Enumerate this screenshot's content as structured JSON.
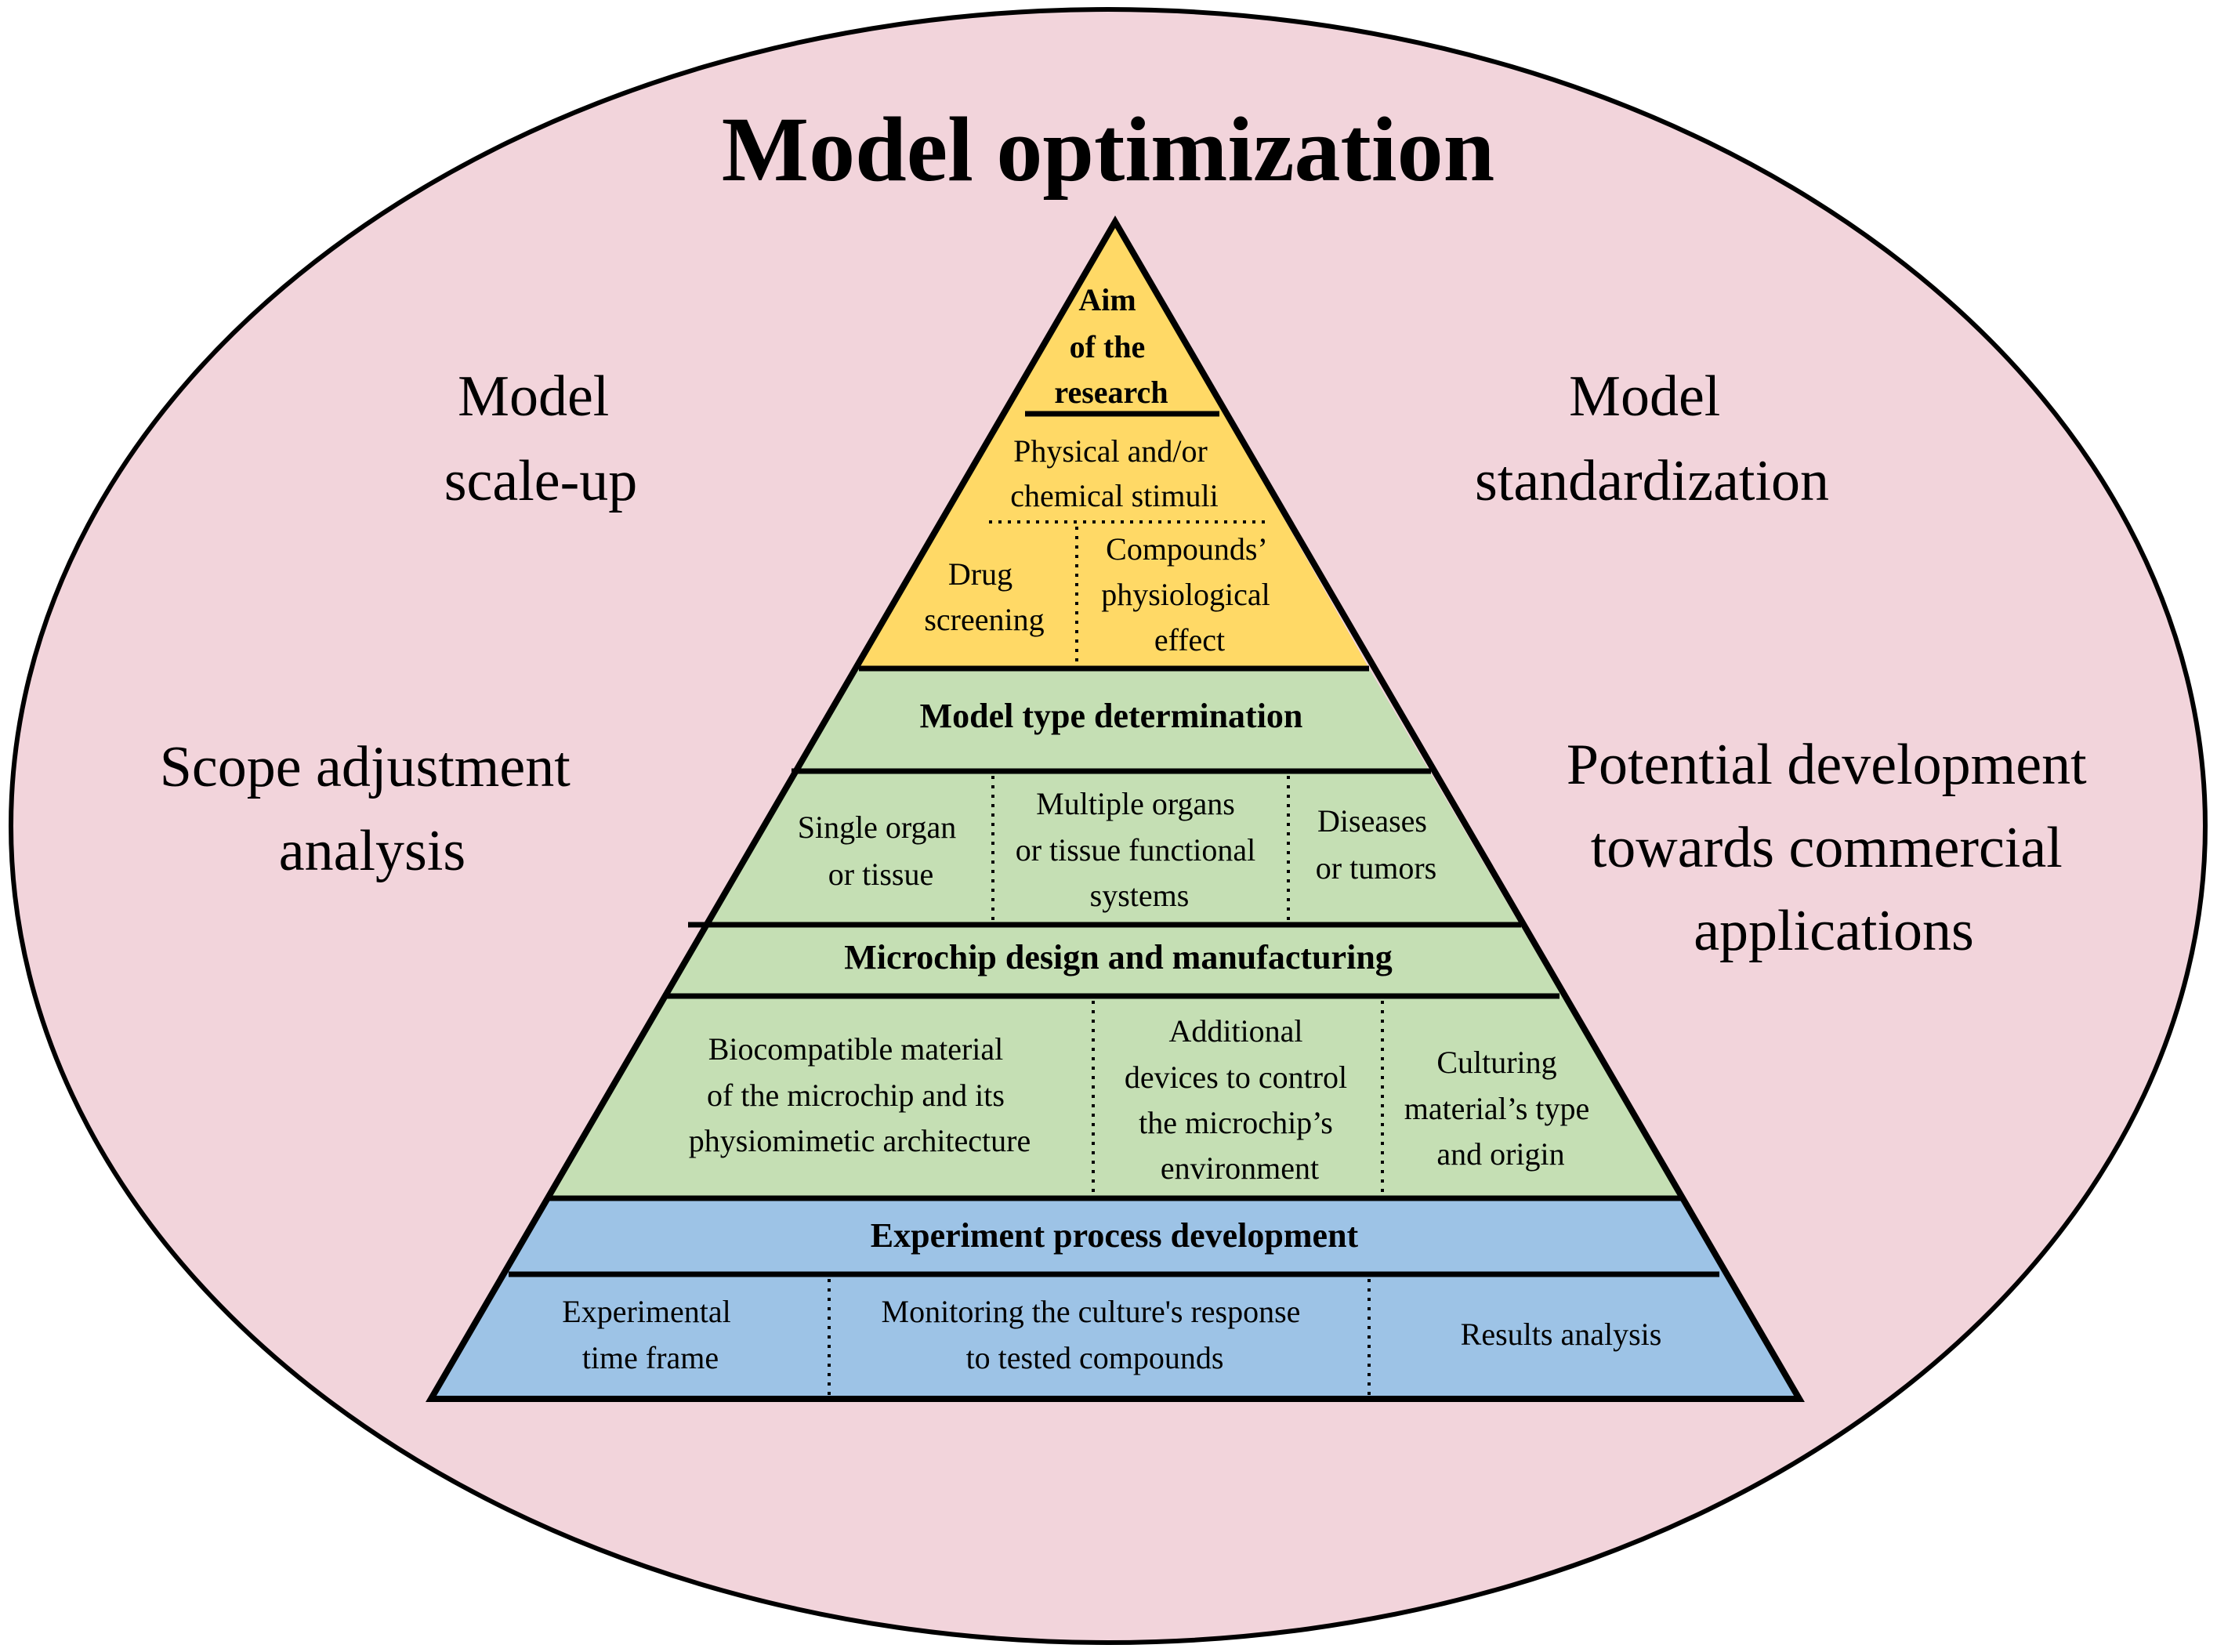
{
  "title": "Model optimization",
  "side_labels": {
    "top_left": [
      "Model",
      "scale-up"
    ],
    "top_right": [
      "Model",
      "standardization"
    ],
    "bottom_left": [
      "Scope adjustment",
      "analysis"
    ],
    "bottom_right": [
      "Potential development",
      "towards commercial",
      "applications"
    ]
  },
  "pyramid": {
    "apex": [
      "Aim",
      "of the",
      "research"
    ],
    "yellow": {
      "stimuli": [
        "Physical and/or",
        "chemical stimuli"
      ],
      "drug": [
        "Drug",
        "screening"
      ],
      "compounds": [
        "Compounds’",
        "physiological",
        "effect"
      ]
    },
    "model_type": {
      "header": "Model type determination",
      "cells": [
        [
          "Single organ",
          "or tissue"
        ],
        [
          "Multiple organs",
          "or tissue functional",
          "systems"
        ],
        [
          "Diseases",
          "or tumors"
        ]
      ]
    },
    "microchip": {
      "header": "Microchip design and manufacturing",
      "cells": [
        [
          "Biocompatible material",
          "of the microchip and its",
          "physiomimetic architecture"
        ],
        [
          "Additional",
          "devices to control",
          "the microchip’s",
          "environment"
        ],
        [
          "Culturing",
          "material’s type",
          "and origin"
        ]
      ]
    },
    "experiment": {
      "header": "Experiment process development",
      "cells": [
        [
          "Experimental",
          "time frame"
        ],
        [
          "Monitoring the culture's response",
          "to tested compounds"
        ],
        [
          "Results analysis"
        ]
      ]
    }
  },
  "colors": {
    "ellipse": "#f2d4db",
    "yellow": "#ffd966",
    "green": "#c5dfb4",
    "blue": "#9dc3e6",
    "stroke": "#000000"
  }
}
